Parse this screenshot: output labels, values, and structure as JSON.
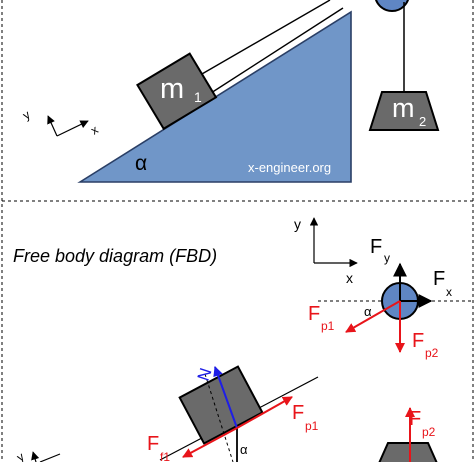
{
  "top_panel": {
    "mass1_label": "m",
    "mass1_sub": "1",
    "mass2_label": "m",
    "mass2_sub": "2",
    "angle_label": "α",
    "watermark": "x-engineer.org",
    "axis_x": "x",
    "axis_y": "y"
  },
  "fbd_panel": {
    "title": "Free body diagram (FBD)",
    "axis_x": "x",
    "axis_y": "y",
    "pulley": {
      "fy_label": "F",
      "fy_sub": "y",
      "fx_label": "F",
      "fx_sub": "x",
      "fp1_label": "F",
      "fp1_sub": "p1",
      "fp2_label": "F",
      "fp2_sub": "p2",
      "angle_label": "α"
    },
    "block": {
      "normal_label": "N",
      "fp1_label": "F",
      "fp1_sub": "p1",
      "ff1_label": "F",
      "ff1_sub": "f1",
      "angle_label": "α",
      "axis_y": "y"
    },
    "mass2": {
      "fp2_label": "F",
      "fp2_sub": "p2"
    }
  },
  "colors": {
    "incline_fill": "#7096c8",
    "mass_fill": "#6a6a6a",
    "force_red": "#e8141a",
    "normal_blue": "#1e1ee6",
    "pulley_blue": "#5f86c4"
  }
}
